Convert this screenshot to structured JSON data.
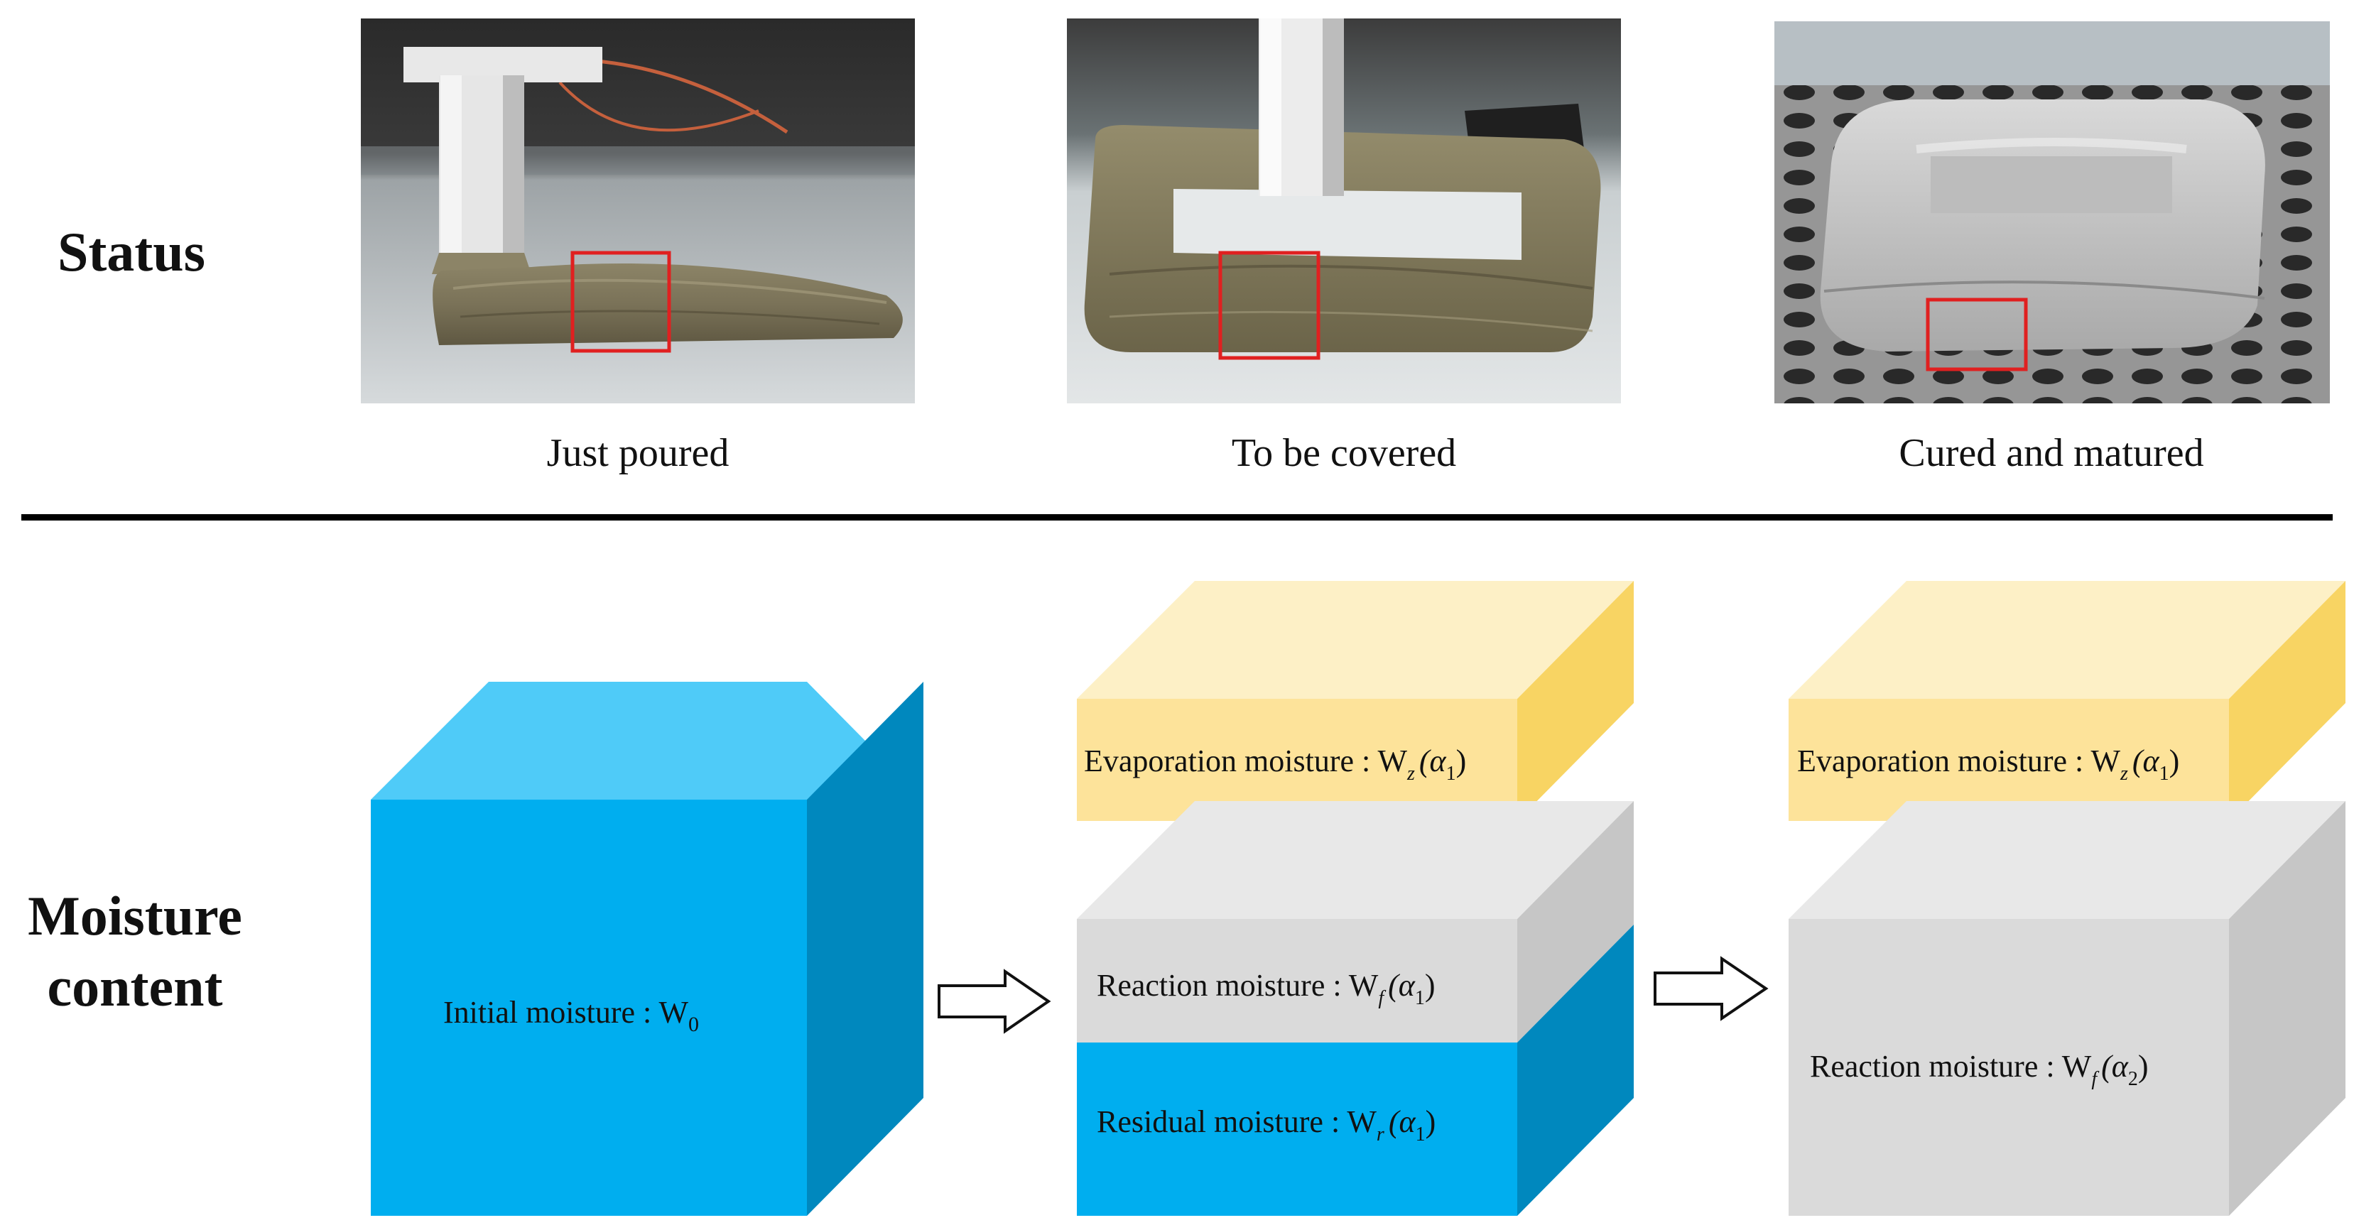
{
  "rows": {
    "status_label": "Status",
    "moisture_label_line1": "Moisture",
    "moisture_label_line2": "content"
  },
  "photos": [
    {
      "caption": "Just poured"
    },
    {
      "caption": "To be covered"
    },
    {
      "caption": "Cured and matured"
    }
  ],
  "blocks": {
    "initial": {
      "label": "Initial moisture : W",
      "sub": "0"
    },
    "stage1": {
      "evaporation": {
        "label": "Evaporation moisture : W",
        "sub": "z",
        "paren": "(α",
        "psub": "1",
        "close": ")"
      },
      "reaction": {
        "label": "Reaction moisture : W",
        "sub": "f",
        "paren": "(α",
        "psub": "1",
        "close": ")"
      },
      "residual": {
        "label": "Residual moisture : W",
        "sub": "r",
        "paren": "(α",
        "psub": "1",
        "close": ")"
      }
    },
    "stage2": {
      "evaporation": {
        "label": "Evaporation moisture : W",
        "sub": "z",
        "paren": "(α",
        "psub": "1",
        "close": ")"
      },
      "reaction": {
        "label": "Reaction moisture : W",
        "sub": "f",
        "paren": "(α",
        "psub": "2",
        "close": ")"
      }
    }
  },
  "colors": {
    "blue_front": "#00AEEF",
    "blue_top": "#4FCBF8",
    "blue_side": "#0088BE",
    "yellow_front": "#FDE39A",
    "yellow_top": "#FDF0C6",
    "yellow_side": "#F8D463",
    "gray_front": "#DADADA",
    "gray_top": "#E8E8E8",
    "gray_side": "#C6C6C6",
    "highlight_box": "#E02020"
  }
}
